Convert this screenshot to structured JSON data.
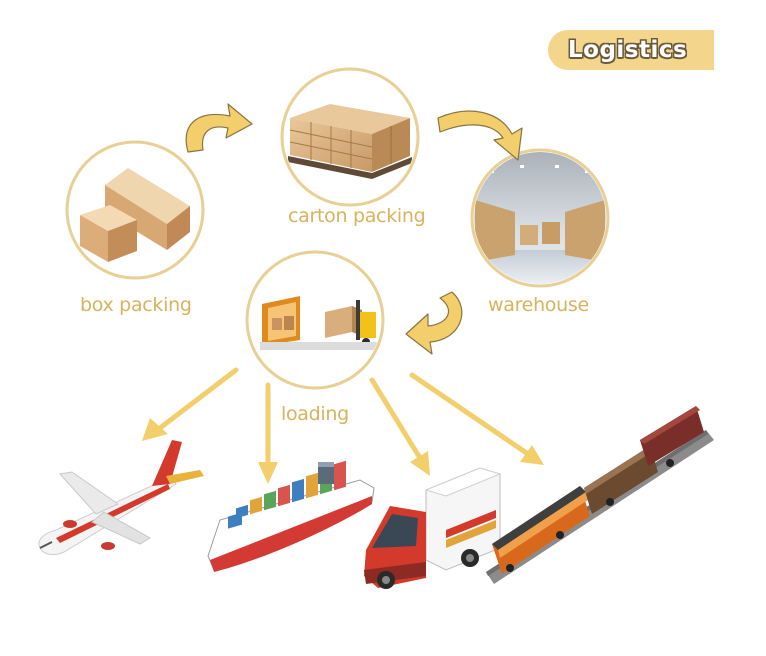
{
  "badge": {
    "title": "Logistics"
  },
  "steps": {
    "box_packing": "box packing",
    "carton_packing": "carton packing",
    "warehouse": "warehouse",
    "loading": "loading"
  },
  "colors": {
    "ring": "#e8cf93",
    "arrow": "#f2cf6a",
    "arrow_outline": "#8a7346",
    "label": "#d9b25c",
    "badge_fill": "#f3d58b"
  },
  "transports": [
    "airplane",
    "container-ship",
    "delivery-truck",
    "freight-train"
  ]
}
